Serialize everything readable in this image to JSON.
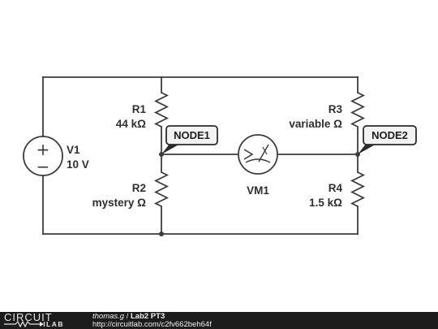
{
  "schematic": {
    "source": {
      "name": "V1",
      "value": "10 V",
      "plus": "+",
      "minus": "−"
    },
    "r1": {
      "name": "R1",
      "value": "44 kΩ"
    },
    "r2": {
      "name": "R2",
      "value": "mystery Ω"
    },
    "r3": {
      "name": "R3",
      "value": "variable Ω"
    },
    "r4": {
      "name": "R4",
      "value": "1.5 kΩ"
    },
    "meter": {
      "name": "VM1"
    },
    "node1": {
      "label": "NODE1"
    },
    "node2": {
      "label": "NODE2"
    }
  },
  "footer": {
    "brand_top": "CIRCUIT",
    "brand_bottom": "LAB",
    "user": "thomas.g",
    "separator": " / ",
    "title": "Lab2 PT3",
    "url": "http://circuitlab.com/c2fv662beh64f"
  },
  "colors": {
    "wire": "#3c3c3c",
    "footer_bg": "#1c1c1c",
    "tag_fill": "#f2f2f2"
  }
}
